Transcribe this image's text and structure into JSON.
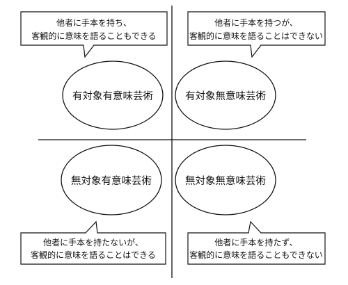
{
  "quadrants": [
    {
      "id": "top-left",
      "category": "有対象有意味芸術",
      "callout_lines": [
        "他者に手本を持ち、",
        "客観的に意味を語ることもできる"
      ]
    },
    {
      "id": "top-right",
      "category": "有対象無意味芸術",
      "callout_lines": [
        "他者に手本を持つが、",
        "客観的に意味を語ることはできない"
      ]
    },
    {
      "id": "bottom-left",
      "category": "無対象有意味芸術",
      "callout_lines": [
        "他者に手本を持たないが、",
        "客観的に意味を語ることはできる"
      ]
    },
    {
      "id": "bottom-right",
      "category": "無対象無意味芸術",
      "callout_lines": [
        "他者に手本を持たず、",
        "客観的に意味を語ることもできない"
      ]
    }
  ]
}
